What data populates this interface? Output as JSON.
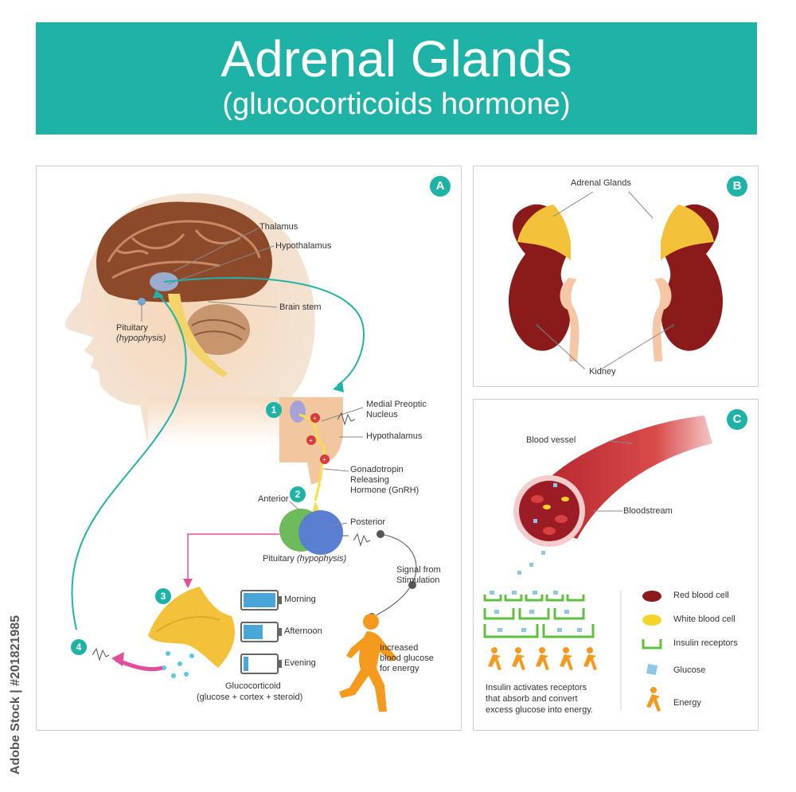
{
  "title": "Adrenal Glands",
  "subtitle": "(glucocorticoids hormone)",
  "watermark": "Adobe Stock | #201821985",
  "colors": {
    "teal": "#1fb3a8",
    "brain": "#a0522d",
    "kidney": "#8b1a1a",
    "gland": "#f3c23a",
    "runner": "#f39a1f",
    "insulin": "#5fbf3f"
  },
  "panelA": {
    "badge": "A",
    "labels": {
      "thalamus": "Thalamus",
      "hypothalamus": "Hypothalamus",
      "brain_stem": "Brain stem",
      "pituitary": "Pituitary",
      "hypophysis": "(hypophysis)",
      "medial_preoptic": "Medial Preoptic",
      "nucleus": "Nucleus",
      "hypothalamus2": "Hypothalamus",
      "gnrh1": "Gonadotropin",
      "gnrh2": "Releasing",
      "gnrh3": "Hormone (GnRH)",
      "anterior": "Anterior",
      "posterior": "Posterior",
      "pituitary2": "Pituitary",
      "hypophysis2": "(hypophysis)",
      "signal1": "Signal from",
      "signal2": "Stimulation",
      "glucose1": "Increased",
      "glucose2": "blood glucose",
      "glucose3": "for energy",
      "gluco1": "Glucocorticoid",
      "gluco2": "(glucose + cortex + steroid)"
    },
    "steps": [
      "1",
      "2",
      "3",
      "4"
    ],
    "battery": [
      {
        "label": "Morning",
        "level": 1.0
      },
      {
        "label": "Afternoon",
        "level": 0.6
      },
      {
        "label": "Evening",
        "level": 0.15
      }
    ]
  },
  "panelB": {
    "badge": "B",
    "labels": {
      "adrenal": "Adrenal Glands",
      "kidney": "Kidney"
    }
  },
  "panelC": {
    "badge": "C",
    "labels": {
      "vessel": "Blood vessel",
      "stream": "Bloodstream"
    },
    "caption": [
      "Insulin activates receptors",
      "that absorb  and convert",
      "excess glucose into energy."
    ],
    "legend": [
      {
        "icon": "red-blood-cell-icon",
        "label": "Red blood cell"
      },
      {
        "icon": "white-blood-cell-icon",
        "label": "White blood cell"
      },
      {
        "icon": "insulin-receptor-icon",
        "label": "Insulin receptors"
      },
      {
        "icon": "glucose-icon",
        "label": "Glucose"
      },
      {
        "icon": "energy-runner-icon",
        "label": "Energy"
      }
    ]
  }
}
